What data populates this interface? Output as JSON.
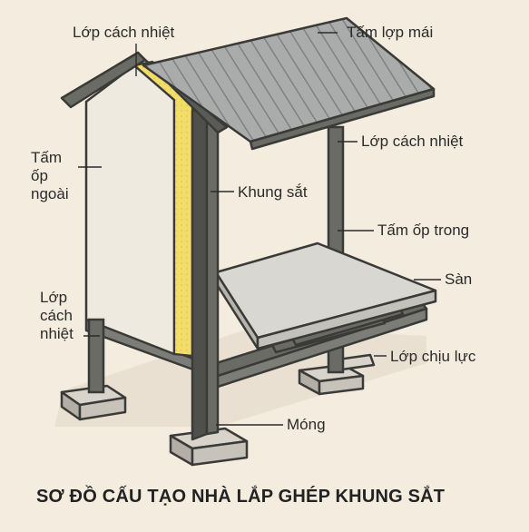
{
  "title": "SƠ ĐỒ CẤU TẠO NHÀ LẮP GHÉP KHUNG SẮT",
  "labels": {
    "insulation_top": "Lớp cách nhiệt",
    "roof_sheet": "Tấm lợp mái",
    "outer_cladding": [
      "Tấm",
      "ốp",
      "ngoài"
    ],
    "insulation_right": "Lớp cách nhiệt",
    "steel_frame": "Khung sắt",
    "inner_cladding": "Tấm ốp trong",
    "floor": "Sàn",
    "insulation_left": [
      "Lớp",
      "cách",
      "nhiệt"
    ],
    "load_bearing": "Lớp chịu lực",
    "foundation": "Móng"
  },
  "colors": {
    "background": "#f3ecdf",
    "steel": "#6b6b66",
    "steel_dark": "#3a3a38",
    "insulation": "#f2dc6a",
    "wall": "#efeae0",
    "roof": "#a9acaa",
    "floor": "#d6d4cf",
    "concrete": "#c7c3bb"
  }
}
